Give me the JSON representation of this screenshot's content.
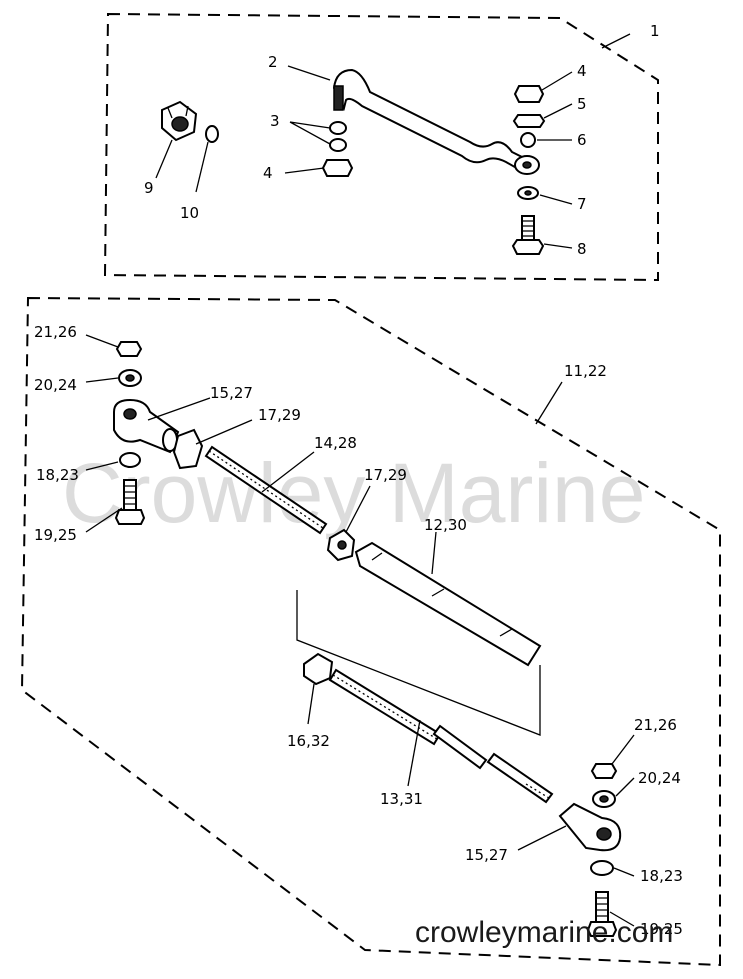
{
  "watermark": "Crowley Marine",
  "source_url": "crowleymarine.com",
  "callouts": [
    {
      "id": "c-1",
      "text": "1"
    },
    {
      "id": "c-2",
      "text": "2"
    },
    {
      "id": "c-3",
      "text": "3"
    },
    {
      "id": "c-4a",
      "text": "4"
    },
    {
      "id": "c-4b",
      "text": "4"
    },
    {
      "id": "c-5",
      "text": "5"
    },
    {
      "id": "c-6",
      "text": "6"
    },
    {
      "id": "c-7",
      "text": "7"
    },
    {
      "id": "c-8",
      "text": "8"
    },
    {
      "id": "c-9",
      "text": "9"
    },
    {
      "id": "c-10",
      "text": "10"
    },
    {
      "id": "c-11-22",
      "text": "11,22"
    },
    {
      "id": "c-21-26a",
      "text": "21,26"
    },
    {
      "id": "c-20-24a",
      "text": "20,24"
    },
    {
      "id": "c-15-27a",
      "text": "15,27"
    },
    {
      "id": "c-17-29a",
      "text": "17,29"
    },
    {
      "id": "c-14-28",
      "text": "14,28"
    },
    {
      "id": "c-18-23a",
      "text": "18,23"
    },
    {
      "id": "c-19-25a",
      "text": "19,25"
    },
    {
      "id": "c-17-29b",
      "text": "17,29"
    },
    {
      "id": "c-12-30",
      "text": "12,30"
    },
    {
      "id": "c-16-32",
      "text": "16,32"
    },
    {
      "id": "c-13-31",
      "text": "13,31"
    },
    {
      "id": "c-21-26b",
      "text": "21,26"
    },
    {
      "id": "c-20-24b",
      "text": "20,24"
    },
    {
      "id": "c-15-27b",
      "text": "15,27"
    },
    {
      "id": "c-18-23b",
      "text": "18,23"
    },
    {
      "id": "c-19-25b",
      "text": "19,25"
    }
  ]
}
